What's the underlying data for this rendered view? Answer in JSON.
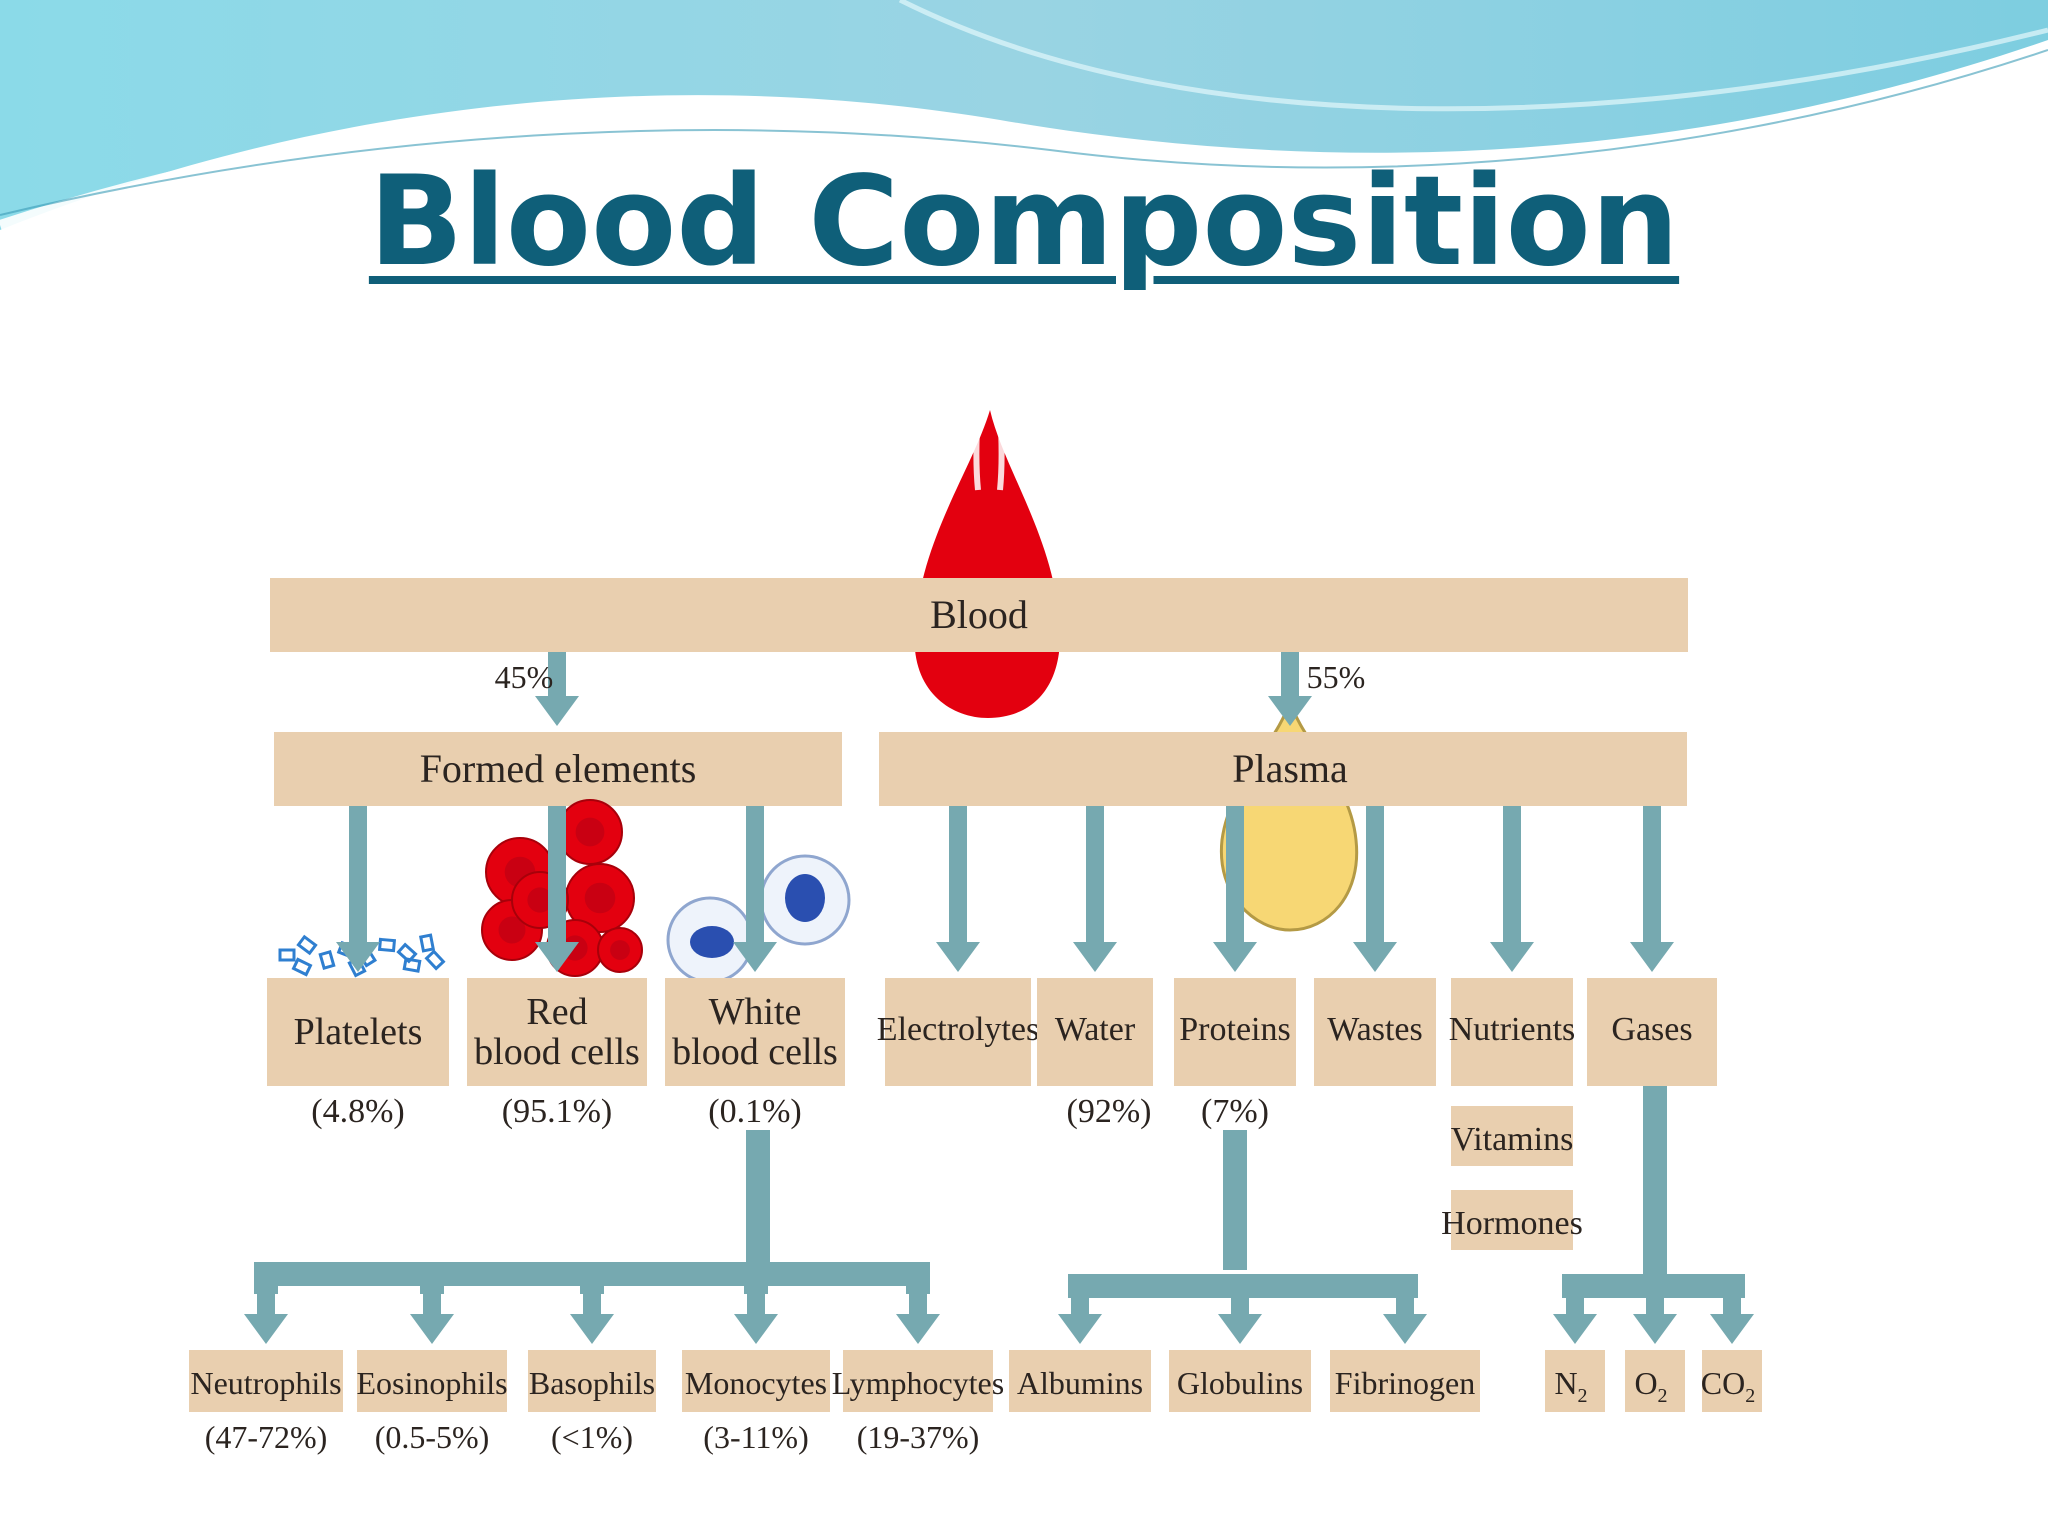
{
  "title": "Blood Composition",
  "colors": {
    "title": "#0f5f79",
    "box": "#e9cfaf",
    "arrow": "#76a9b0",
    "blood_drop": "#e3000f",
    "plasma_drop": "#f7d774"
  },
  "blood": {
    "label": "Blood"
  },
  "branches": {
    "formed_percent": "45%",
    "plasma_percent": "55%"
  },
  "formed_elements": {
    "label": "Formed elements",
    "items": [
      {
        "label": "Platelets",
        "percent": "(4.8%)"
      },
      {
        "label": "Red blood cells",
        "line1": "Red",
        "line2": "blood cells",
        "percent": "(95.1%)"
      },
      {
        "label": "White blood cells",
        "line1": "White",
        "line2": "blood cells",
        "percent": "(0.1%)"
      }
    ]
  },
  "plasma": {
    "label": "Plasma",
    "items": [
      {
        "label": "Electrolytes",
        "percent": ""
      },
      {
        "label": "Water",
        "percent": "(92%)"
      },
      {
        "label": "Proteins",
        "percent": "(7%)"
      },
      {
        "label": "Wastes",
        "percent": ""
      },
      {
        "label": "Nutrients",
        "percent": ""
      },
      {
        "label": "Gases",
        "percent": ""
      }
    ],
    "nutrient_extras": [
      "Vitamins",
      "Hormones"
    ]
  },
  "white_blood_cells": [
    {
      "label": "Neutrophils",
      "percent": "(47-72%)"
    },
    {
      "label": "Eosinophils",
      "percent": "(0.5-5%)"
    },
    {
      "label": "Basophils",
      "percent": "(<1%)"
    },
    {
      "label": "Monocytes",
      "percent": "(3-11%)"
    },
    {
      "label": "Lymphocytes",
      "percent": "(19-37%)"
    }
  ],
  "proteins": [
    {
      "label": "Albumins"
    },
    {
      "label": "Globulins"
    },
    {
      "label": "Fibrinogen"
    }
  ],
  "gases": [
    {
      "base": "N",
      "sub": "2"
    },
    {
      "base": "O",
      "sub": "2"
    },
    {
      "base": "CO",
      "sub": "2"
    }
  ]
}
